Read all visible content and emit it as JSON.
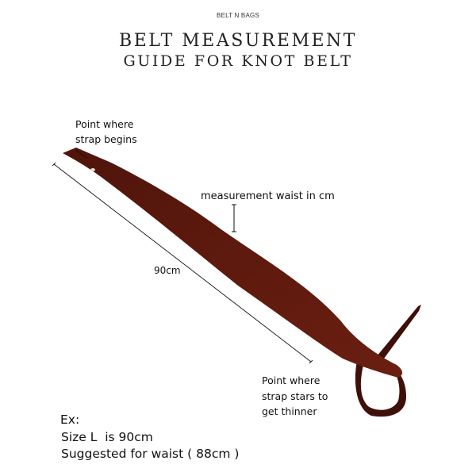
{
  "header": {
    "brand": "BELT N BAGS",
    "title_line1": "BELT MEASUREMENT",
    "title_line2": "GUIDE FOR KNOT BELT"
  },
  "annotations": {
    "strap_begin": [
      "Point where",
      "strap begins"
    ],
    "waist": "measurement waist in cm",
    "length": "90cm",
    "strap_thinner": [
      "Point where",
      "strap stars to",
      "get thinner"
    ]
  },
  "example": {
    "heading": "Ex:",
    "size_line": "Size L  is 90cm",
    "suggestion_line": "Suggested for waist ( 88cm )"
  },
  "colors": {
    "belt": "#5a170d",
    "belt_dark": "#3a0e08",
    "line": "#111111",
    "background": "#ffffff"
  }
}
